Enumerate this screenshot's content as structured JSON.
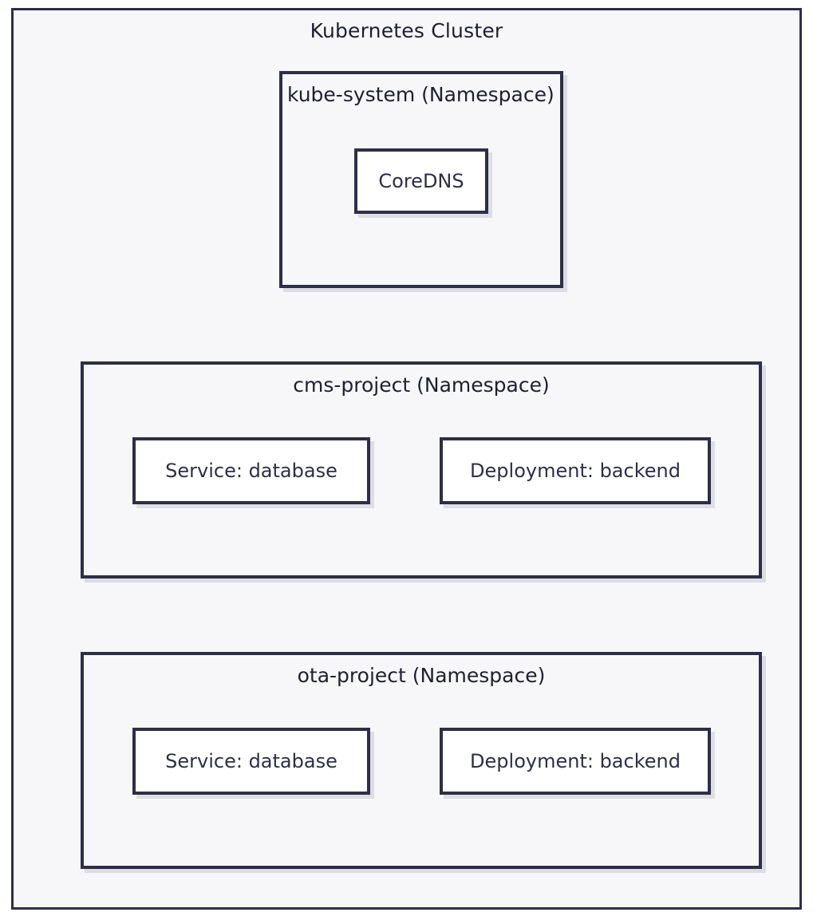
{
  "diagram": {
    "title": "Kubernetes Cluster",
    "colors": {
      "border": "#2e2e48",
      "title_text": "#1f1f2e",
      "cluster_background": "#f7f7fa",
      "resource_background": "#ffffff",
      "shadow": "#cdcdd4"
    },
    "namespaces": [
      {
        "label": "kube-system (Namespace)",
        "title_align": "left",
        "resources": [
          {
            "label": "CoreDNS",
            "kind": "pod"
          }
        ]
      },
      {
        "label": "cms-project (Namespace)",
        "title_align": "center",
        "resources": [
          {
            "label": "Service: database",
            "kind": "service"
          },
          {
            "label": "Deployment: backend",
            "kind": "deployment"
          }
        ]
      },
      {
        "label": "ota-project (Namespace)",
        "title_align": "center",
        "resources": [
          {
            "label": "Service: database",
            "kind": "service"
          },
          {
            "label": "Deployment: backend",
            "kind": "deployment"
          }
        ]
      }
    ]
  }
}
